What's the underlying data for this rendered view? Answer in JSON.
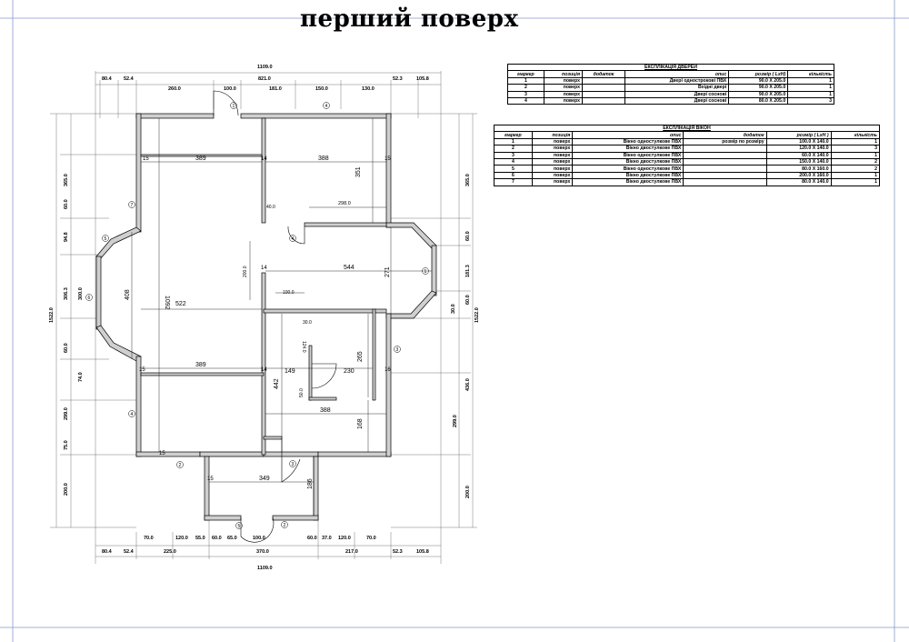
{
  "page": {
    "title": "перший поверх"
  },
  "doors_table": {
    "caption": "ЕКСПЛІКАЦІЯ ДВЕРЕЙ",
    "headers": [
      "маркер",
      "позиція",
      "додаток",
      "опис",
      "розмір ( LxH)",
      "кількість"
    ],
    "rows": [
      [
        "1",
        "поверх",
        "",
        "Двері однострокові ПВХ",
        "90.0 X 205.0",
        "1"
      ],
      [
        "2",
        "поверх",
        "",
        "Вхідні двері",
        "90.0 X 205.0",
        "1"
      ],
      [
        "3",
        "поверх",
        "",
        "Двері соснові",
        "90.0 X 205.0",
        "1"
      ],
      [
        "4",
        "поверх",
        "",
        "Двері соснові",
        "80.0 X 205.0",
        "3"
      ]
    ]
  },
  "windows_table": {
    "caption": "ЕКСПЛІКАЦІЯ ВІКОН",
    "headers": [
      "маркер",
      "позиція",
      "опис",
      "додаток",
      "розмір ( LxH )",
      "кількість"
    ],
    "rows": [
      [
        "1",
        "поверх",
        "Вікно одностулкове ПВХ",
        "розмір по розміру",
        "100.0 X 140.0",
        "1"
      ],
      [
        "2",
        "поверх",
        "Вікно двостулкове ПВХ",
        "",
        "120.0 X 140.0",
        "3"
      ],
      [
        "3",
        "поверх",
        "Вікно одностулкове ПВХ",
        "",
        "60.0 X 140.0",
        "1"
      ],
      [
        "4",
        "поверх",
        "Вікно двостулкове ПВХ",
        "",
        "150.0 X 140.0",
        "2"
      ],
      [
        "5",
        "поверх",
        "Вікно одностулкове ПВХ",
        "",
        "80.0 X 160.0",
        "2"
      ],
      [
        "6",
        "поверх",
        "Вікно двостулкове ПВХ",
        "",
        "200.0 X 160.0",
        "1"
      ],
      [
        "7",
        "поверх",
        "Вікно двостулкове ПВХ",
        "",
        "80.0 X 140.0",
        "1"
      ]
    ]
  },
  "plan": {
    "overall_width": "1109.0",
    "overall_height": "1522.0",
    "top_dims": [
      "80.4",
      "52.4",
      "260.0",
      "100.0",
      "821.0",
      "181.0",
      "150.0",
      "130.0",
      "52.3",
      "105.8"
    ],
    "bottom_dims": [
      "80.4",
      "52.4",
      "225.0",
      "70.0",
      "120.0",
      "55.0",
      "60.0",
      "65.0",
      "100.0",
      "60.0",
      "37.0",
      "120.0",
      "70.0",
      "217.0",
      "52.3",
      "105.8",
      "370.0"
    ],
    "left_dims": [
      "365.0",
      "60.0",
      "94.8",
      "306.3",
      "300.0",
      "60.0",
      "74.0",
      "299.0",
      "75.0",
      "200.0"
    ],
    "right_dims": [
      "365.0",
      "60.0",
      "181.3",
      "60.0",
      "30.0",
      "436.0",
      "299.0",
      "200.0"
    ],
    "room_dims": {
      "a389_top": "389",
      "a388_top": "388",
      "a351": "351",
      "a298": "298.0",
      "a1092": "1092",
      "a408": "408",
      "a522": "522",
      "a544": "544",
      "a271": "271",
      "a389_mid": "389",
      "a149": "149",
      "a230": "230",
      "a265": "265",
      "a442": "442",
      "a388_bot": "388",
      "a168": "168",
      "a349": "349",
      "a186": "186",
      "a100": "100.0",
      "a200": "200.0",
      "a40": "40.0",
      "a124": "124.0",
      "a50": "50.0",
      "a30": "30.0",
      "w15": "15",
      "w14": "14",
      "w16": "16"
    },
    "door_markers": [
      "1",
      "2",
      "3",
      "4"
    ],
    "window_markers": [
      "1",
      "2",
      "3",
      "4",
      "5",
      "6",
      "7"
    ]
  }
}
